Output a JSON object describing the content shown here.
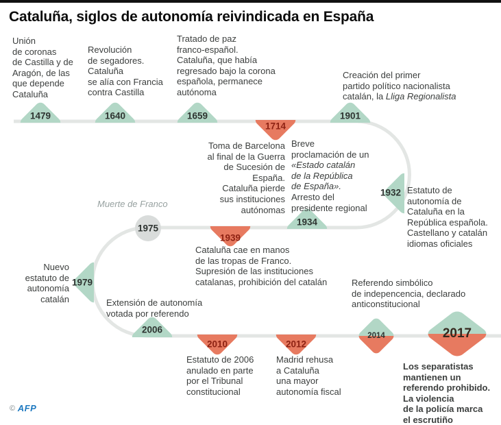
{
  "title": "Cataluña, siglos de autonomía reivindicada en España",
  "credit": {
    "copyright": "©",
    "agency": "AFP"
  },
  "colors": {
    "teal": "#b2d7c6",
    "red": "#e77a60",
    "gray": "#d9dcdb",
    "track": "#e3e6e4",
    "year-dark": "#2e3431",
    "year-red": "#8e2213",
    "text": "#3b3e3d",
    "muted": "#97a1a0",
    "afp-blue": "#1e79c0"
  },
  "events": [
    {
      "year": "1479",
      "text": "Unión\nde coronas\nde Castilla y de\nAragón, de las\nque depende\nCataluña"
    },
    {
      "year": "1640",
      "text": "Revolución\nde segadores.\nCataluña\nse alía con Francia\ncontra Castilla"
    },
    {
      "year": "1659",
      "text": "Tratado de paz\nfranco-español.\nCataluña, que había\nregresado bajo la corona\nespañola, permanece\nautónoma"
    },
    {
      "year": "1901",
      "text": "Creación del primer\npartido político nacionalista\ncatalán, la ",
      "text_italic": "Lliga Regionalista"
    },
    {
      "year": "1714",
      "text": "Toma de Barcelona\nal final de la Guerra\nde Sucesión de España.\nCataluña pierde\nsus instituciones\nautónomas"
    },
    {
      "year": "1934",
      "text": "Breve\nproclamación de un\n",
      "text_italic": "«Estado catalán\nde la República\nde España».",
      "text_after": "\nArresto del\npresidente regional"
    },
    {
      "year": "1932",
      "text": "Estatuto de\nautonomía de\nCataluña en la\nRepública española.\nCastellano y catalán\nidiomas oficiales"
    },
    {
      "year": "1939",
      "text": "Cataluña cae en manos\nde las tropas de Franco.\nSupresión de las instituciones\ncatalanas, prohibición del catalán"
    },
    {
      "year": "1975",
      "note": "Muerte de Franco"
    },
    {
      "year": "1979",
      "text": "Nuevo\nestatuto de\nautonomía\ncatalán"
    },
    {
      "year": "2006",
      "text": "Extensión de autonomía\nvotada por referendo"
    },
    {
      "year": "2010",
      "text": "Estatuto de 2006\nanulado en parte\npor el Tribunal\nconstitucional"
    },
    {
      "year": "2012",
      "text": "Madrid rehusa\na Cataluña\nuna mayor\nautonomía fiscal"
    },
    {
      "year": "2014",
      "text": "Referendo simbólico\nde indepencencia, declarado\nanticonstitucional"
    },
    {
      "year": "2017",
      "text": "Los separatistas\nmantienen un\nreferendo prohibido.\nLa violencia\nde la policía marca\nel escrutiño"
    }
  ]
}
